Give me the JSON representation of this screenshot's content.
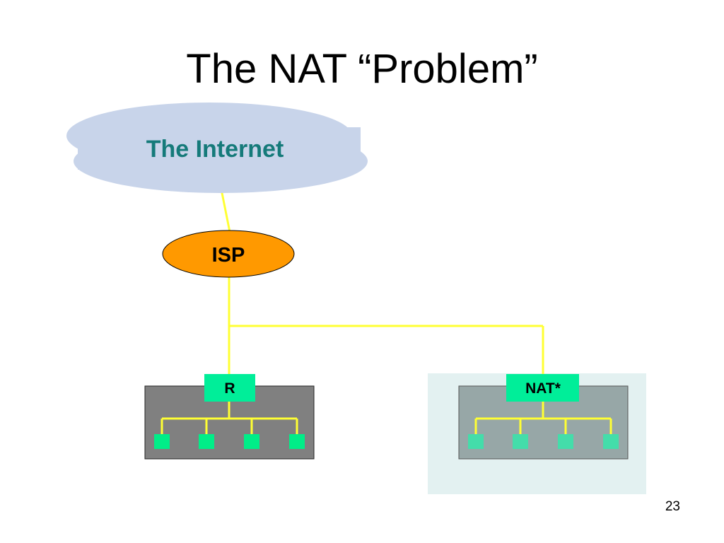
{
  "slide": {
    "title": "The NAT “Problem”",
    "page_number": "23"
  },
  "diagram": {
    "internet_label": "The Internet",
    "isp_label": "ISP",
    "left_router_label": "R",
    "right_router_label": "NAT*",
    "left_network_hosts": 4,
    "right_network_hosts": 4
  },
  "colors": {
    "cloud_fill": "#c8d4ea",
    "internet_text": "#157a7a",
    "isp_fill": "#ff9900",
    "link": "#ffff33",
    "router_fill": "#00ee99",
    "host_left": "#00ee88",
    "host_right": "#44ddaa",
    "left_network_fill": "#808080",
    "right_network_fill": "#97a7a7",
    "right_highlight_fill": "#e3f1f1"
  }
}
